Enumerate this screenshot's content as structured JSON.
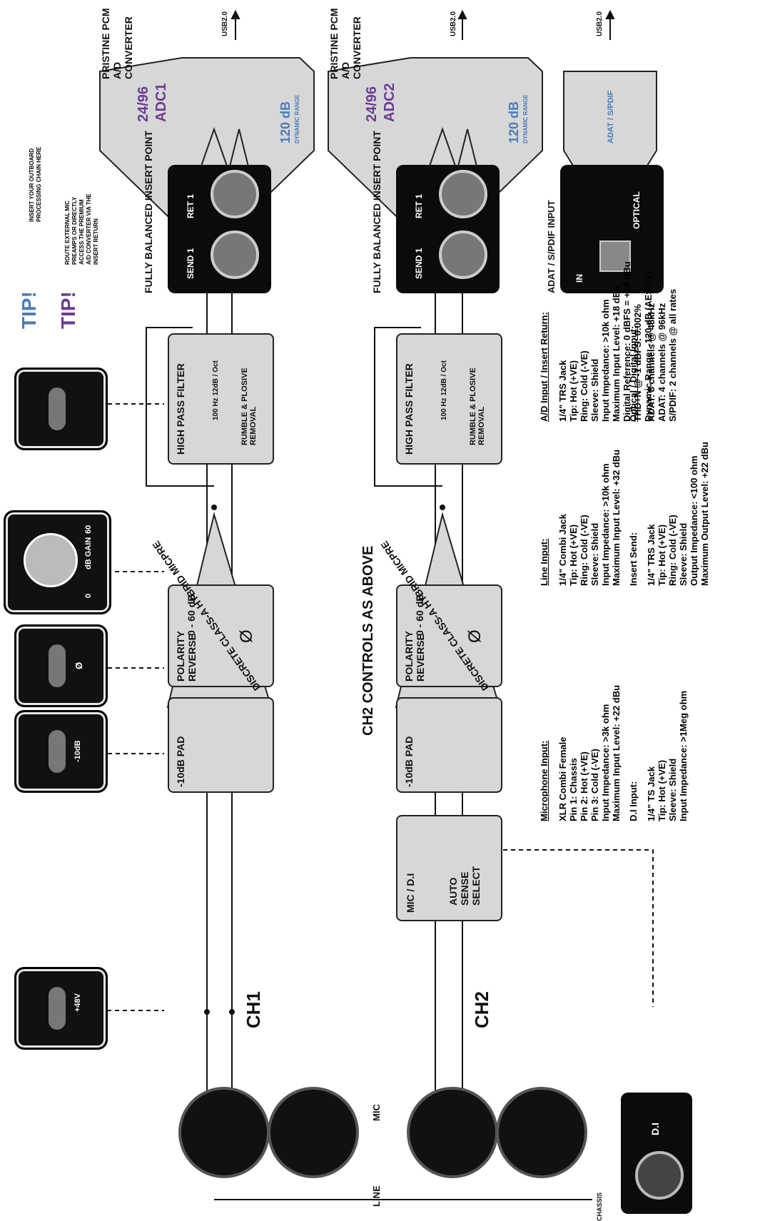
{
  "ch1": {
    "name": "CH1",
    "pad_label": "-10dB PAD",
    "polarity_label": "POLARITY REVERSE",
    "phase_symbol": "Ø",
    "gain_range": "0 - 60 dB",
    "preamp_label": "DISCRETE CLASS-A HYBRID MICPRE",
    "hpf_label": "HIGH PASS FILTER",
    "hpf_freq": "100 Hz 12dB / Oct",
    "hpf_desc": "RUMBLE & PLOSIVE REMOVAL",
    "insert_title": "FULLY BALANCED INSERT POINT",
    "send_label": "SEND 1",
    "return_label": "RET 1"
  },
  "ch2": {
    "name": "CH2",
    "mic_di_label": "MIC / D.I",
    "autosense_label": "AUTO\nSENSE\nSELECT",
    "pad_label": "-10dB PAD",
    "polarity_label": "POLARITY REVERSE",
    "phase_symbol": "Ø",
    "gain_range": "0 - 60 dB",
    "preamp_label": "DISCRETE CLASS-A HYBRID MICPRE",
    "hpf_label": "HIGH PASS FILTER",
    "hpf_freq": "100 Hz 12dB / Oct",
    "hpf_desc": "RUMBLE & PLOSIVE REMOVAL",
    "insert_title": "FULLY BALANCED INSERT POINT",
    "send_label": "SEND 1",
    "return_label": "RET 1",
    "note": "CH2 CONTROLS AS ABOVE"
  },
  "adc1": {
    "title": "PRISTINE PCM A/D CONVERTER",
    "rate": "24/96",
    "name": "ADC1",
    "range": "120 dB",
    "range_sub": "DYNAMIC RANGE",
    "usb": "USB2.0"
  },
  "adc2": {
    "title": "PRISTINE PCM A/D CONVERTER",
    "rate": "24/96",
    "name": "ADC2",
    "range": "120 dB",
    "range_sub": "DYNAMIC RANGE",
    "usb": "USB2.0"
  },
  "adat": {
    "title": "ADAT / S/PDIF INPUT",
    "in_label": "IN",
    "optical_label": "OPTICAL",
    "output_label": "ADAT / S/PDIF",
    "usb": "USB2.0"
  },
  "controls": {
    "phantom": "+48V",
    "pad": "-10dB",
    "phase": "Ø",
    "gain_min": "0",
    "gain_unit": "dB GAIN",
    "gain_max": "60"
  },
  "tips": [
    {
      "badge": "TIP!",
      "text": "INSERT YOUR OUTBOARD\nPROCESSING CHAIN HERE"
    },
    {
      "badge": "TIP!",
      "text": "ROUTE EXTERNAL MIC\nPREAMPS OR DIRECTLY\nACCESS THE PREMIUM\nA/D CONVERTER VIA THE\nINSERT RETURN"
    }
  ],
  "inputs": {
    "mic": "MIC",
    "line": "LINE",
    "chassis": "CHASSIS",
    "di": "D.I"
  },
  "specs": {
    "mic": {
      "heading": "Microphone Input:",
      "body": "XLR Combi Female\nPin 1: Chassis\nPin 2: Hot (+VE)\nPin 3: Cold (-VE)\nInput Impedance: >3k ohm\nMaximum Input Level: +22 dBu"
    },
    "line": {
      "heading": "Line Input:",
      "body": "1/4\" Combi Jack\nTip: Hot (+VE)\nRing: Cold (-VE)\nSleeve: Shield\nInput Impedance: >10k ohm\nMaximum Input Level: +32 dBu"
    },
    "ad": {
      "heading": "A/D Input / Insert Return:",
      "body": "1/4\" TRS Jack\nTip: Hot (+VE)\nRing: Cold (-VE)\nSleeve: Shield\nInput Impedance: >10k ohm\nMaximum Input Level: +18 dBu\nDigital Reference: 0 dBFS = +18 dBu\nTHD+N @ -1 dBFS: 0.002%\nDynamic Range: -120 dB (AES-17)"
    },
    "di": {
      "heading": "D.I Input:",
      "body": "1/4\" TS Jack\nTip: Hot (+VE)\nSleeve: Shield\nInput Impedance: >1Meg ohm"
    },
    "send": {
      "heading": "Insert Send:",
      "body": "1/4\" TRS Jack\nTip: Hot (+VE)\nRing: Cold (-VE)\nSleeve: Shield\nOutput Impedance: <100 ohm\nMaximum Output Level: +22 dBu"
    },
    "optical": {
      "heading": "Optical / Digital Input:",
      "body": "ADAT: 8 channels @ 48kHz\nADAT: 4 channels @ 96kHz\nS/PDIF: 2 channels @ all rates"
    }
  }
}
